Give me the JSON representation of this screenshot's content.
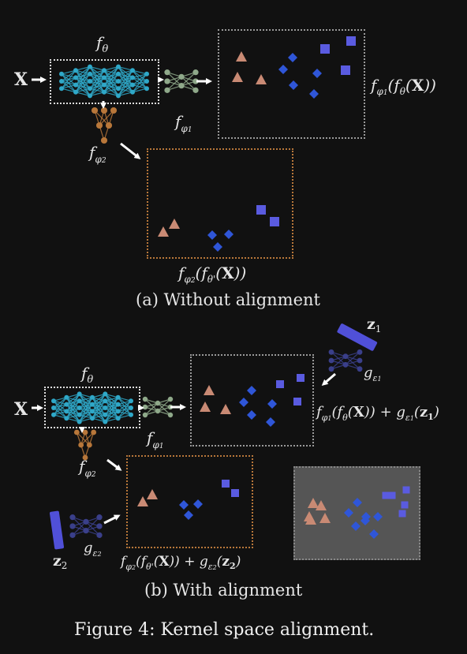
{
  "figure": {
    "caption": "Figure 4: Kernel space alignment.",
    "colors": {
      "background": "#111111",
      "text": "#e6e6e6",
      "encoder_nodes": "#2fa8c8",
      "phi1_nodes": "#8fa98a",
      "phi2_nodes": "#b8773a",
      "g_nodes": "#3a3f8a",
      "triangle": "#c98a74",
      "diamond": "#2f56d8",
      "square": "#5a5be0",
      "z_bar": "#5050d8",
      "aligned_panel_bg": "#555555"
    }
  },
  "panel_a": {
    "caption": "(a) Without alignment",
    "input_label": "X",
    "encoder_label": "fθ",
    "head1_label": "fφ₁",
    "head2_label": "fφ₂",
    "output1_label": "fφ₁(fθ(X))",
    "output2_label": "fφ₂(fθ'(X))"
  },
  "panel_b": {
    "caption": "(b) With alignment",
    "input_label": "X",
    "encoder_label": "fθ",
    "head1_label": "fφ₁",
    "head2_label": "fφ₂",
    "z1_label": "z₁",
    "z2_label": "z₂",
    "g1_label": "gε₁",
    "g2_label": "gε₂",
    "output1_label": "fφ₁(fθ(X)) + gε₁(z₁)",
    "output2_label": "fφ₂(fθ'(X)) + gε₂(z₂)"
  }
}
